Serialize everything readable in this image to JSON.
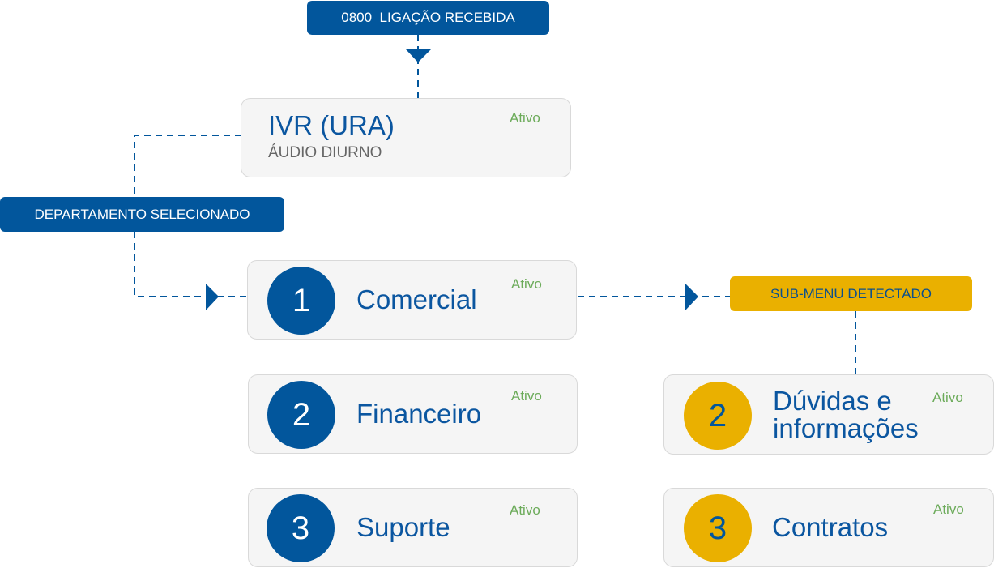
{
  "colors": {
    "primary_blue": "#02569c",
    "accent_yellow": "#eab000",
    "status_green": "#6cab5a",
    "card_bg": "#f5f5f5",
    "subtitle_gray": "#666666"
  },
  "start_node": {
    "label": "0800  LIGAÇÃO RECEBIDA"
  },
  "ivr": {
    "title": "IVR (URA)",
    "subtitle": "ÁUDIO DIURNO",
    "status": "Ativo"
  },
  "department_selected": {
    "label": "DEPARTAMENTO SELECIONADO"
  },
  "submenu_detected": {
    "label": "SUB-MENU DETECTADO"
  },
  "departments": [
    {
      "number": "1",
      "name": "Comercial",
      "status": "Ativo"
    },
    {
      "number": "2",
      "name": "Financeiro",
      "status": "Ativo"
    },
    {
      "number": "3",
      "name": "Suporte",
      "status": "Ativo"
    }
  ],
  "submenu": [
    {
      "number": "2",
      "name_line1": "Dúvidas e",
      "name_line2": "informações",
      "status": "Ativo"
    },
    {
      "number": "3",
      "name": "Contratos",
      "status": "Ativo"
    }
  ]
}
